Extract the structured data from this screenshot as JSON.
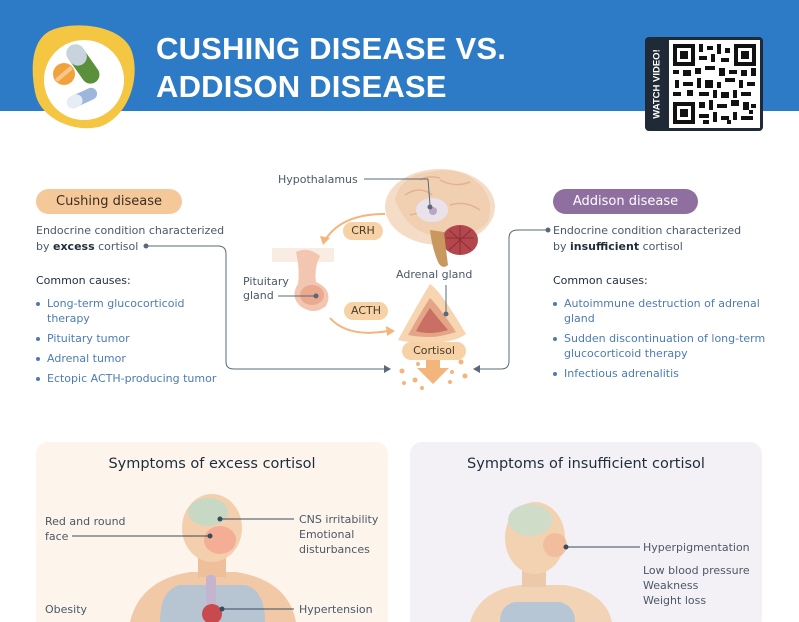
{
  "header": {
    "title_line1": "CUSHING DISEASE VS.",
    "title_line2": "ADDISON DISEASE",
    "qr_label": "WATCH VIDEO!"
  },
  "cushing": {
    "pill": "Cushing disease",
    "desc_prefix": "Endocrine condition characterized by ",
    "desc_bold": "excess",
    "desc_suffix": " cortisol",
    "causes_title": "Common causes:",
    "causes": [
      "Long-term glucocorticoid therapy",
      "Pituitary tumor",
      "Adrenal tumor",
      "Ectopic ACTH-producing tumor"
    ]
  },
  "addison": {
    "pill": "Addison disease",
    "desc_prefix": "Endocrine condition characterized by ",
    "desc_bold": "insufficient",
    "desc_suffix": " cortisol",
    "causes_title": "Common causes:",
    "causes": [
      "Autoimmune destruction of adrenal gland",
      "Sudden discontinuation of long-term glucocorticoid therapy",
      "Infectious adrenalitis"
    ]
  },
  "pathway": {
    "hypothalamus": "Hypothalamus",
    "crh": "CRH",
    "pituitary_line1": "Pituitary",
    "pituitary_line2": "gland",
    "acth": "ACTH",
    "adrenal": "Adrenal gland",
    "cortisol": "Cortisol"
  },
  "panel_left": {
    "title": "Symptoms of excess cortisol",
    "face_line1": "Red and round",
    "face_line2": "face",
    "cns_line1": "CNS irritability",
    "cns_line2": "Emotional",
    "cns_line3": "disturbances",
    "obesity": "Obesity",
    "hypertension": "Hypertension"
  },
  "panel_right": {
    "title": "Symptoms of insufficient cortisol",
    "hyperpig": "Hyperpigmentation",
    "s1": "Low blood pressure",
    "s2": "Weakness",
    "s3": "Weight loss"
  },
  "colors": {
    "header_blue": "#2d7bc6",
    "cushing_orange": "#f5c89a",
    "addison_purple": "#8e6fa0",
    "link_blue": "#4d7bb5"
  }
}
